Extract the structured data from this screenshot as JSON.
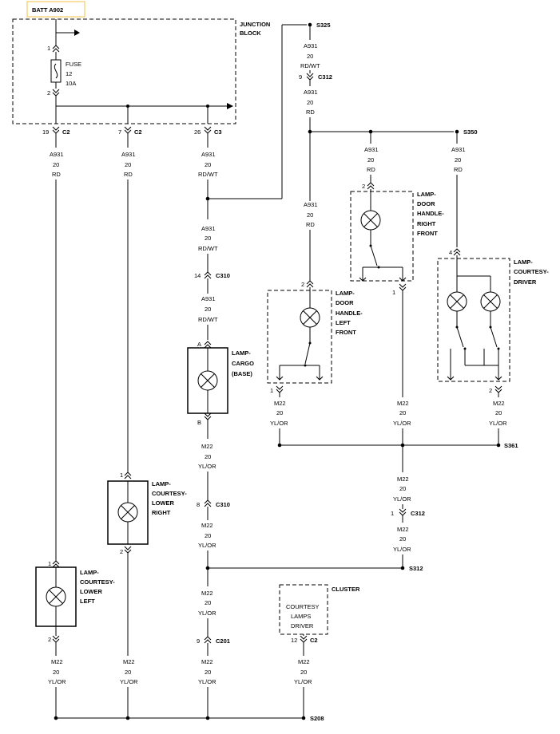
{
  "colors": {
    "line": "#000000",
    "title_box_border": "#f0c040",
    "background": "#ffffff"
  },
  "title": "BATT A902",
  "junction_block": {
    "name_line1": "JUNCTION",
    "name_line2": "BLOCK",
    "fuse_label": "FUSE",
    "fuse_num": "12",
    "fuse_rating": "10A",
    "pin_in": "1",
    "pin_out": "2"
  },
  "splices": {
    "s325": "S325",
    "s350": "S350",
    "s361": "S361",
    "s312": "S312",
    "s208": "S208"
  },
  "connectors": {
    "c2_19": {
      "pin": "19",
      "name": "C2"
    },
    "c2_7": {
      "pin": "7",
      "name": "C2"
    },
    "c3_26": {
      "pin": "26",
      "name": "C3"
    },
    "c312_9": {
      "pin": "9",
      "name": "C312"
    },
    "c310_14": {
      "pin": "14",
      "name": "C310"
    },
    "c310_8": {
      "pin": "8",
      "name": "C310"
    },
    "c312_1": {
      "pin": "1",
      "name": "C312"
    },
    "c201_9": {
      "pin": "9",
      "name": "C201"
    },
    "c2_12": {
      "pin": "12",
      "name": "C2"
    }
  },
  "wire_labels": [
    {
      "circuit": "A931",
      "gauge": "20",
      "color": "RD"
    },
    {
      "circuit": "A931",
      "gauge": "20",
      "color": "RD/WT"
    },
    {
      "circuit": "M22",
      "gauge": "20",
      "color": "YL/OR"
    }
  ],
  "lamps": {
    "cargo": {
      "l1": "LAMP-",
      "l2": "CARGO",
      "l3": "(BASE)",
      "pin_top": "A",
      "pin_bottom": "B"
    },
    "lower_right": {
      "l1": "LAMP-",
      "l2": "COURTESY-",
      "l3": "LOWER",
      "l4": "RIGHT",
      "pin_top": "1",
      "pin_bottom": "2"
    },
    "lower_left": {
      "l1": "LAMP-",
      "l2": "COURTESY-",
      "l3": "LOWER",
      "l4": "LEFT",
      "pin_top": "1",
      "pin_bottom": "2"
    },
    "door_left": {
      "l1": "LAMP-",
      "l2": "DOOR",
      "l3": "HANDLE-",
      "l4": "LEFT",
      "l5": "FRONT",
      "pin_top": "2",
      "pin_bottom": "1"
    },
    "door_right": {
      "l1": "LAMP-",
      "l2": "DOOR",
      "l3": "HANDLE-",
      "l4": "RIGHT",
      "l5": "FRONT",
      "pin_top": "2",
      "pin_bottom": "1"
    },
    "courtesy_driver": {
      "l1": "LAMP-",
      "l2": "COURTESY-",
      "l3": "DRIVER",
      "pin_top": "4",
      "pin_bottom": "2"
    }
  },
  "cluster": {
    "name": "CLUSTER",
    "l1": "COURTESY",
    "l2": "LAMPS",
    "l3": "DRIVER"
  }
}
